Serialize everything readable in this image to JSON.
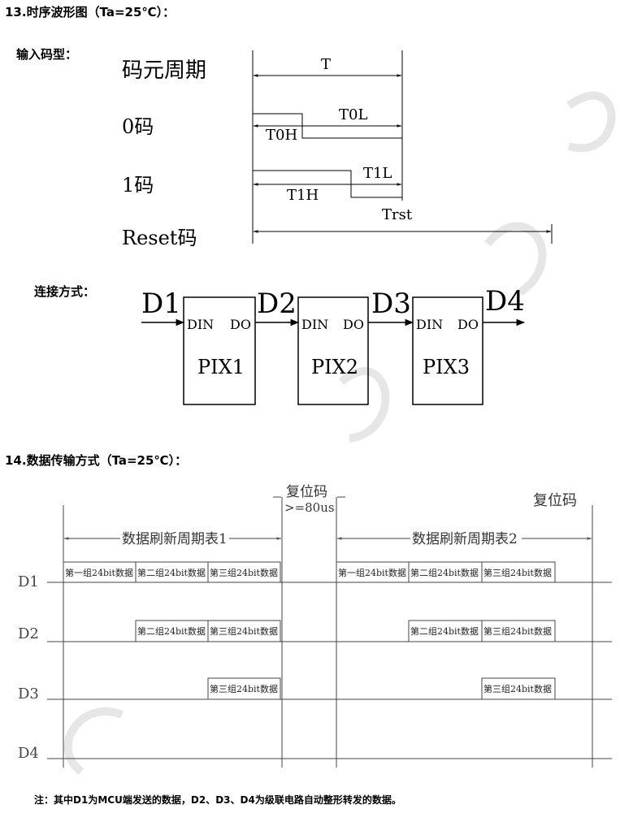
{
  "section13": {
    "title": "13.时序波形图（Ta=25℃）："
  },
  "input_code": {
    "heading": "输入码型：",
    "rows": [
      {
        "label": "码元周期",
        "marker": "T"
      },
      {
        "label": "0码",
        "high": "T0H",
        "low": "T0L"
      },
      {
        "label": "1码",
        "high": "T1H",
        "low": "T1L"
      },
      {
        "label": "Reset码",
        "marker": "Trst"
      }
    ]
  },
  "connection": {
    "heading": "连接方式：",
    "signals": [
      "D1",
      "D2",
      "D3",
      "D4"
    ],
    "pixels": [
      {
        "name": "PIX1",
        "din": "DIN",
        "do": "DO"
      },
      {
        "name": "PIX2",
        "din": "DIN",
        "do": "DO"
      },
      {
        "name": "PIX3",
        "din": "DIN",
        "do": "DO"
      }
    ]
  },
  "section14": {
    "title": "14.数据传输方式（Ta=25℃）："
  },
  "transfer": {
    "reset_label": "复位码",
    "reset_min": ">=80us",
    "reset_label_right": "复位码",
    "cycle1": "数据刷新周期表1",
    "cycle2": "数据刷新周期表2",
    "lines": [
      "D1",
      "D2",
      "D3",
      "D4"
    ],
    "blocks": {
      "g1": "第一组24bit数据",
      "g2": "第二组24bit数据",
      "g3": "第三组24bit数据"
    }
  },
  "note": {
    "parts": [
      {
        "text": "注：其中",
        "mono": false
      },
      {
        "text": "D1",
        "mono": true
      },
      {
        "text": "为",
        "mono": false
      },
      {
        "text": "MCU",
        "mono": true
      },
      {
        "text": "端发送的数据，",
        "mono": false
      },
      {
        "text": "D2",
        "mono": true
      },
      {
        "text": "、",
        "mono": false
      },
      {
        "text": "D3",
        "mono": true
      },
      {
        "text": "、",
        "mono": false
      },
      {
        "text": "D4",
        "mono": true
      },
      {
        "text": "为级联电路自动整形转发的数据。",
        "mono": false
      }
    ]
  }
}
